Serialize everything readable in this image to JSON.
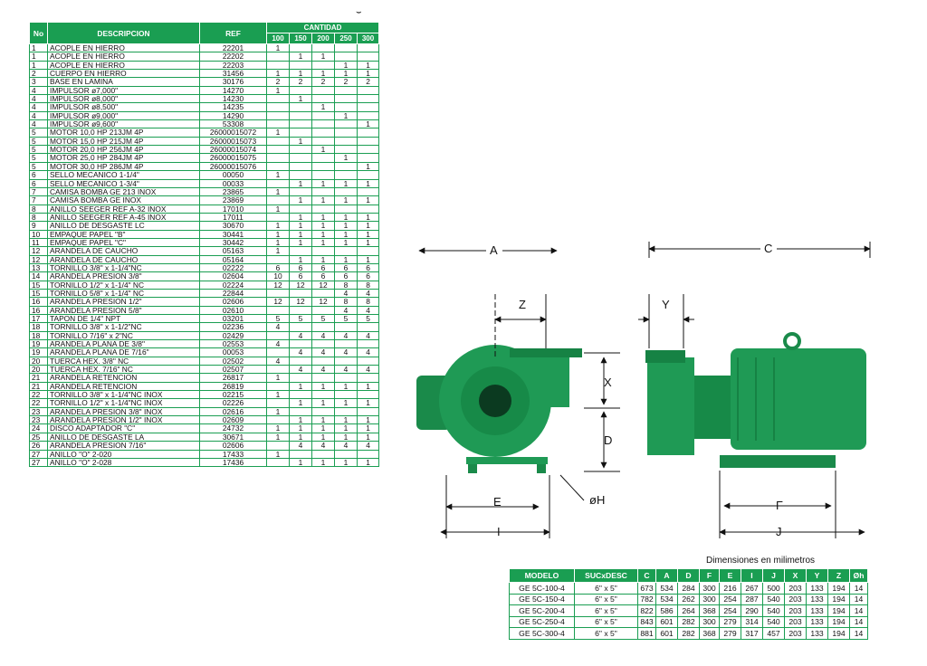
{
  "parts_table": {
    "headers": {
      "no": "No",
      "descripcion": "DESCRIPCION",
      "ref": "REF",
      "cantidad": "CANTIDAD"
    },
    "sizes": [
      "100",
      "150",
      "200",
      "250",
      "300"
    ],
    "rows": [
      {
        "no": "1",
        "desc": "ACOPLE EN HIERRO",
        "ref": "22201",
        "q": [
          "1",
          "",
          "",
          "",
          ""
        ]
      },
      {
        "no": "1",
        "desc": "ACOPLE EN HIERRO",
        "ref": "22202",
        "q": [
          "",
          "1",
          "1",
          "",
          ""
        ]
      },
      {
        "no": "1",
        "desc": "ACOPLE EN HIERRO",
        "ref": "22203",
        "q": [
          "",
          "",
          "",
          "1",
          "1"
        ]
      },
      {
        "no": "2",
        "desc": "CUERPO EN HIERRO",
        "ref": "31456",
        "q": [
          "1",
          "1",
          "1",
          "1",
          "1"
        ]
      },
      {
        "no": "3",
        "desc": "BASE EN LAMINA",
        "ref": "30176",
        "q": [
          "2",
          "2",
          "2",
          "2",
          "2"
        ]
      },
      {
        "no": "4",
        "desc": "IMPULSOR ø7,000\"",
        "ref": "14270",
        "q": [
          "1",
          "",
          "",
          "",
          ""
        ]
      },
      {
        "no": "4",
        "desc": "IMPULSOR ø8,000\"",
        "ref": "14230",
        "q": [
          "",
          "1",
          "",
          "",
          ""
        ]
      },
      {
        "no": "4",
        "desc": "IMPULSOR ø8,500\"",
        "ref": "14235",
        "q": [
          "",
          "",
          "1",
          "",
          ""
        ]
      },
      {
        "no": "4",
        "desc": "IMPULSOR ø9,000\"",
        "ref": "14290",
        "q": [
          "",
          "",
          "",
          "1",
          ""
        ]
      },
      {
        "no": "4",
        "desc": "IMPULSOR ø9,600\"",
        "ref": "53308",
        "q": [
          "",
          "",
          "",
          "",
          "1"
        ]
      },
      {
        "no": "5",
        "desc": "MOTOR 10,0 HP 213JM 4P",
        "ref": "26000015072",
        "q": [
          "1",
          "",
          "",
          "",
          ""
        ]
      },
      {
        "no": "5",
        "desc": "MOTOR 15,0 HP 215JM 4P",
        "ref": "26000015073",
        "q": [
          "",
          "1",
          "",
          "",
          ""
        ]
      },
      {
        "no": "5",
        "desc": "MOTOR 20,0 HP 256JM 4P",
        "ref": "26000015074",
        "q": [
          "",
          "",
          "1",
          "",
          ""
        ]
      },
      {
        "no": "5",
        "desc": "MOTOR 25,0 HP 284JM 4P",
        "ref": "26000015075",
        "q": [
          "",
          "",
          "",
          "1",
          ""
        ]
      },
      {
        "no": "5",
        "desc": "MOTOR 30,0 HP 286JM 4P",
        "ref": "26000015076",
        "q": [
          "",
          "",
          "",
          "",
          "1"
        ]
      },
      {
        "no": "6",
        "desc": "SELLO MECANICO 1-1/4\"",
        "ref": "00050",
        "q": [
          "1",
          "",
          "",
          "",
          ""
        ]
      },
      {
        "no": "6",
        "desc": "SELLO MECANICO 1-3/4\"",
        "ref": "00033",
        "q": [
          "",
          "1",
          "1",
          "1",
          "1"
        ]
      },
      {
        "no": "7",
        "desc": "CAMISA BOMBA GE 213 INOX",
        "ref": "23865",
        "q": [
          "1",
          "",
          "",
          "",
          ""
        ]
      },
      {
        "no": "7",
        "desc": "CAMISA BOMBA GE INOX",
        "ref": "23869",
        "q": [
          "",
          "1",
          "1",
          "1",
          "1"
        ]
      },
      {
        "no": "8",
        "desc": "ANILLO SEEGER REF A-32 INOX",
        "ref": "17010",
        "q": [
          "1",
          "",
          "",
          "",
          ""
        ]
      },
      {
        "no": "8",
        "desc": "ANILLO SEEGER REF A-45 INOX",
        "ref": "17011",
        "q": [
          "",
          "1",
          "1",
          "1",
          "1"
        ]
      },
      {
        "no": "9",
        "desc": "ANILLO DE DESGASTE LC",
        "ref": "30670",
        "q": [
          "1",
          "1",
          "1",
          "1",
          "1"
        ]
      },
      {
        "no": "10",
        "desc": "EMPAQUE PAPEL \"B\"",
        "ref": "30441",
        "q": [
          "1",
          "1",
          "1",
          "1",
          "1"
        ]
      },
      {
        "no": "11",
        "desc": "EMPAQUE PAPEL \"C\"",
        "ref": "30442",
        "q": [
          "1",
          "1",
          "1",
          "1",
          "1"
        ]
      },
      {
        "no": "12",
        "desc": "ARANDELA DE CAUCHO",
        "ref": "05163",
        "q": [
          "1",
          "",
          "",
          "",
          ""
        ]
      },
      {
        "no": "12",
        "desc": "ARANDELA DE CAUCHO",
        "ref": "05164",
        "q": [
          "",
          "1",
          "1",
          "1",
          "1"
        ]
      },
      {
        "no": "13",
        "desc": "TORNILLO 3/8\" x 1-1/4\"NC",
        "ref": "02222",
        "q": [
          "6",
          "6",
          "6",
          "6",
          "6"
        ]
      },
      {
        "no": "14",
        "desc": "ARANDELA PRESION 3/8\"",
        "ref": "02604",
        "q": [
          "10",
          "6",
          "6",
          "6",
          "6"
        ]
      },
      {
        "no": "15",
        "desc": "TORNILLO 1/2\" x 1-1/4\" NC",
        "ref": "02224",
        "q": [
          "12",
          "12",
          "12",
          "8",
          "8"
        ]
      },
      {
        "no": "15",
        "desc": "TORNILLO 5/8\" x 1-1/4\" NC",
        "ref": "22844",
        "q": [
          "",
          "",
          "",
          "4",
          "4"
        ]
      },
      {
        "no": "16",
        "desc": "ARANDELA PRESION 1/2\"",
        "ref": "02606",
        "q": [
          "12",
          "12",
          "12",
          "8",
          "8"
        ]
      },
      {
        "no": "16",
        "desc": "ARANDELA PRESION 5/8\"",
        "ref": "02610",
        "q": [
          "",
          "",
          "",
          "4",
          "4"
        ]
      },
      {
        "no": "17",
        "desc": "TAPON DE 1/4\" NPT",
        "ref": "03201",
        "q": [
          "5",
          "5",
          "5",
          "5",
          "5"
        ]
      },
      {
        "no": "18",
        "desc": "TORNILLO 3/8\" x 1-1/2\"NC",
        "ref": "02236",
        "q": [
          "4",
          "",
          "",
          "",
          ""
        ]
      },
      {
        "no": "18",
        "desc": "TORNILLO 7/16\" x 2\"NC",
        "ref": "02429",
        "q": [
          "",
          "4",
          "4",
          "4",
          "4"
        ]
      },
      {
        "no": "19",
        "desc": "ARANDELA PLANA DE 3/8\"",
        "ref": "02553",
        "q": [
          "4",
          "",
          "",
          "",
          ""
        ]
      },
      {
        "no": "19",
        "desc": "ARANDELA PLANA DE 7/16\"",
        "ref": "00053",
        "q": [
          "",
          "4",
          "4",
          "4",
          "4"
        ]
      },
      {
        "no": "20",
        "desc": "TUERCA HEX. 3/8\" NC",
        "ref": "02502",
        "q": [
          "4",
          "",
          "",
          "",
          ""
        ]
      },
      {
        "no": "20",
        "desc": "TUERCA HEX. 7/16\" NC",
        "ref": "02507",
        "q": [
          "",
          "4",
          "4",
          "4",
          "4"
        ]
      },
      {
        "no": "21",
        "desc": "ARANDELA RETENCION",
        "ref": "26817",
        "q": [
          "1",
          "",
          "",
          "",
          ""
        ]
      },
      {
        "no": "21",
        "desc": "ARANDELA RETENCION",
        "ref": "26819",
        "q": [
          "",
          "1",
          "1",
          "1",
          "1"
        ]
      },
      {
        "no": "22",
        "desc": "TORNILLO 3/8\" x 1-1/4\"NC INOX",
        "ref": "02215",
        "q": [
          "1",
          "",
          "",
          "",
          ""
        ]
      },
      {
        "no": "22",
        "desc": "TORNILLO 1/2\" x 1-1/4\"NC INOX",
        "ref": "02226",
        "q": [
          "",
          "1",
          "1",
          "1",
          "1"
        ]
      },
      {
        "no": "23",
        "desc": "ARANDELA PRESION 3/8\" INOX",
        "ref": "02616",
        "q": [
          "1",
          "",
          "",
          "",
          ""
        ]
      },
      {
        "no": "23",
        "desc": "ARANDELA PRESION 1/2\" INOX",
        "ref": "02609",
        "q": [
          "",
          "1",
          "1",
          "1",
          "1"
        ]
      },
      {
        "no": "24",
        "desc": "DISCO ADAPTADOR \"C\"",
        "ref": "24732",
        "q": [
          "1",
          "1",
          "1",
          "1",
          "1"
        ]
      },
      {
        "no": "25",
        "desc": "ANILLO DE DESGASTE LA",
        "ref": "30671",
        "q": [
          "1",
          "1",
          "1",
          "1",
          "1"
        ]
      },
      {
        "no": "26",
        "desc": "ARANDELA PRESION 7/16\"",
        "ref": "02606",
        "q": [
          "",
          "4",
          "4",
          "4",
          "4"
        ]
      },
      {
        "no": "27",
        "desc": "ANILLO \"O\" 2-020",
        "ref": "17433",
        "q": [
          "1",
          "",
          "",
          "",
          ""
        ]
      },
      {
        "no": "27",
        "desc": "ANILLO \"O\" 2-028",
        "ref": "17436",
        "q": [
          "",
          "1",
          "1",
          "1",
          "1"
        ]
      }
    ]
  },
  "drawing": {
    "labels": {
      "a": "A",
      "c": "C",
      "z": "Z",
      "y": "Y",
      "x": "X",
      "d": "D",
      "e": "E",
      "i": "I",
      "h": "øH",
      "f": "F",
      "j": "J"
    }
  },
  "dimensions": {
    "caption": "Dimensiones en milimetros",
    "headers": [
      "MODELO",
      "SUCxDESC",
      "C",
      "A",
      "D",
      "F",
      "E",
      "I",
      "J",
      "X",
      "Y",
      "Z",
      "Øh"
    ],
    "rows": [
      [
        "GE 5C-100-4",
        "6\" x 5\"",
        "673",
        "534",
        "284",
        "300",
        "216",
        "267",
        "500",
        "203",
        "133",
        "194",
        "14"
      ],
      [
        "GE 5C-150-4",
        "6\" x 5\"",
        "782",
        "534",
        "262",
        "300",
        "254",
        "287",
        "540",
        "203",
        "133",
        "194",
        "14"
      ],
      [
        "GE 5C-200-4",
        "6\" x 5\"",
        "822",
        "586",
        "264",
        "368",
        "254",
        "290",
        "540",
        "203",
        "133",
        "194",
        "14"
      ],
      [
        "GE 5C-250-4",
        "6\" x 5\"",
        "843",
        "601",
        "282",
        "300",
        "279",
        "314",
        "540",
        "203",
        "133",
        "194",
        "14"
      ],
      [
        "GE 5C-300-4",
        "6\" x 5\"",
        "881",
        "601",
        "282",
        "368",
        "279",
        "317",
        "457",
        "203",
        "133",
        "194",
        "14"
      ]
    ]
  },
  "colors": {
    "brand_green": "#1a9e52",
    "pump_green": "#1f8a4c"
  }
}
